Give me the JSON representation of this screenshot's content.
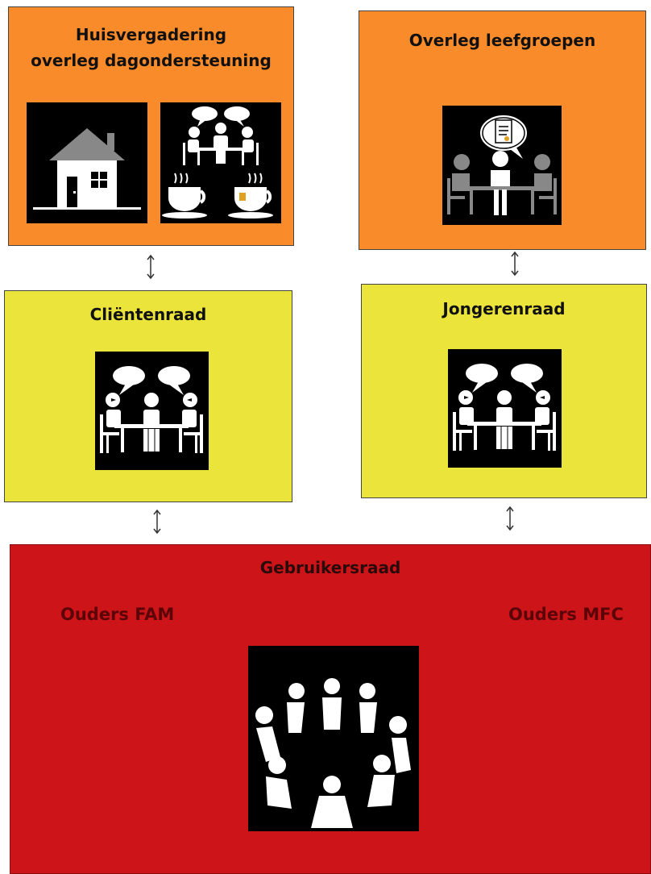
{
  "boxes": {
    "huis": {
      "line1": "Huisvergadering",
      "line2": "overleg dagondersteuning"
    },
    "leefgroepen": {
      "title": "Overleg leefgroepen"
    },
    "clientenraad": {
      "title": "Cliëntenraad"
    },
    "jongerenraad": {
      "title": "Jongerenraad"
    },
    "gebruikersraad": {
      "title": "Gebruikersraad",
      "left": "Ouders FAM",
      "right": "Ouders MFC"
    }
  },
  "icons": [
    "house-pictogram",
    "meeting-coffee-pictogram",
    "meeting-document-pictogram",
    "meeting-pictogram",
    "circle-meeting-pictogram",
    "double-arrow-icon"
  ],
  "colors": {
    "orange": "#f98b2a",
    "yellow": "#ebe53b",
    "red": "#cc1419"
  }
}
